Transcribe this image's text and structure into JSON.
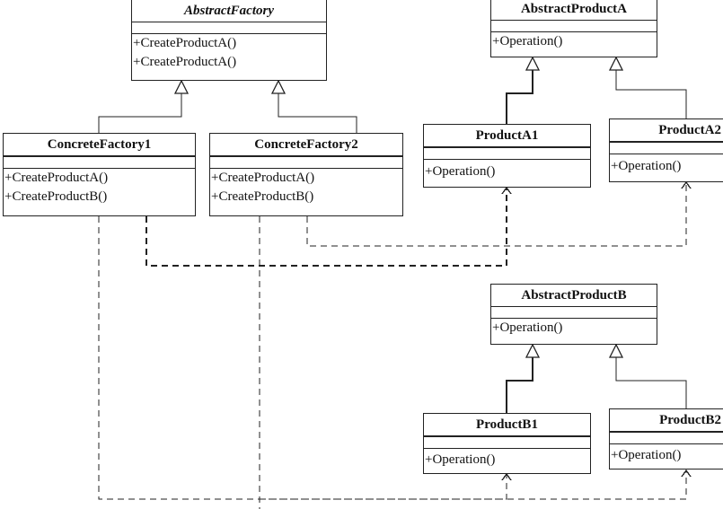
{
  "classes": {
    "abstract_factory": {
      "name": "AbstractFactory",
      "ops": [
        "+CreateProductA()",
        "+CreateProductA()"
      ]
    },
    "concrete_factory1": {
      "name": "ConcreteFactory1",
      "ops": [
        "+CreateProductA()",
        "+CreateProductB()"
      ]
    },
    "concrete_factory2": {
      "name": "ConcreteFactory2",
      "ops": [
        "+CreateProductA()",
        "+CreateProductB()"
      ]
    },
    "abstract_product_a": {
      "name": "AbstractProductA",
      "ops": [
        "+Operation()"
      ]
    },
    "product_a1": {
      "name": "ProductA1",
      "ops": [
        "+Operation()"
      ]
    },
    "product_a2": {
      "name": "ProductA2",
      "ops": [
        "+Operation()"
      ]
    },
    "abstract_product_b": {
      "name": "AbstractProductB",
      "ops": [
        "+Operation()"
      ]
    },
    "product_b1": {
      "name": "ProductB1",
      "ops": [
        "+Operation()"
      ]
    },
    "product_b2": {
      "name": "ProductB2",
      "ops": [
        "+Operation()"
      ]
    }
  }
}
